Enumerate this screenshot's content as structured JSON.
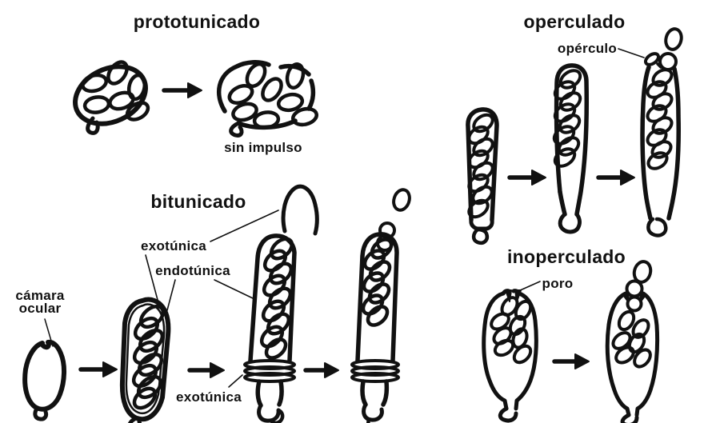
{
  "figure": {
    "background_color": "#ffffff",
    "ink_color": "#111111",
    "sections": {
      "prototunicado": {
        "title": "prototunicado",
        "caption": "sin impulso"
      },
      "operculado": {
        "title": "operculado",
        "pointer_label": "opérculo"
      },
      "bitunicado": {
        "title": "bitunicado",
        "label_exotunica_top": "exotúnica",
        "label_endotunica": "endotúnica",
        "label_camara_line1": "cámara",
        "label_camara_line2": "ocular",
        "label_exotunica_bottom": "exotúnica"
      },
      "inoperculado": {
        "title": "inoperculado",
        "pointer_label": "poro"
      }
    }
  }
}
